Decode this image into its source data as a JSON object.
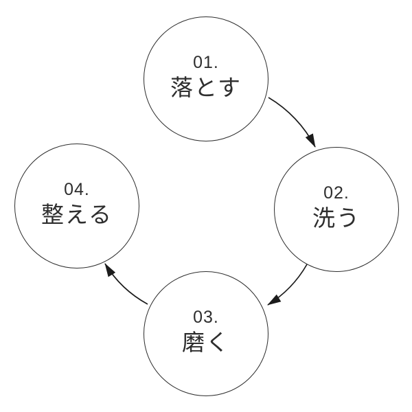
{
  "diagram": {
    "type": "cycle",
    "nodes": [
      {
        "id": "01",
        "number": "01.",
        "label": "落とす"
      },
      {
        "id": "02",
        "number": "02.",
        "label": "洗う"
      },
      {
        "id": "03",
        "number": "03.",
        "label": "磨く"
      },
      {
        "id": "04",
        "number": "04.",
        "label": "整える"
      }
    ],
    "connections": [
      {
        "from": "01",
        "to": "02"
      },
      {
        "from": "02",
        "to": "03"
      },
      {
        "from": "03",
        "to": "04"
      }
    ],
    "colors": {
      "background": "#ffffff",
      "circle_stroke": "#2b2b2b",
      "text": "#2e2e2e",
      "arrow": "#1c1c1c"
    }
  }
}
